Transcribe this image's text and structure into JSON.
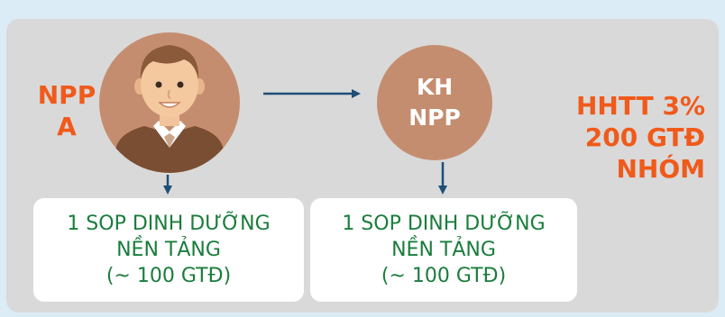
{
  "left_person": {
    "label_lines": [
      "NPP",
      "A"
    ]
  },
  "customer_node": {
    "label_lines": [
      "KH",
      "NPP"
    ]
  },
  "bonus_label": {
    "lines": [
      "HHTT 3%",
      "200 GTĐ",
      "NHÓM"
    ]
  },
  "boxes": [
    {
      "lines": [
        "1 SOP DINH DƯỠNG",
        "NỀN TẢNG",
        "(~ 100 GTĐ)"
      ]
    },
    {
      "lines": [
        "1 SOP DINH DƯỠNG",
        "NỀN TẢNG",
        "(~ 100 GTĐ)"
      ]
    }
  ],
  "colors": {
    "background": "#dcecf6",
    "panel": "#d9d9d9",
    "circle": "#c58d6f",
    "accent_orange": "#f05a1a",
    "text_green": "#1a7d3c",
    "arrow": "#1f4e79"
  },
  "icons": [
    "person-avatar-icon",
    "arrow-right-icon",
    "arrow-down-icon"
  ]
}
